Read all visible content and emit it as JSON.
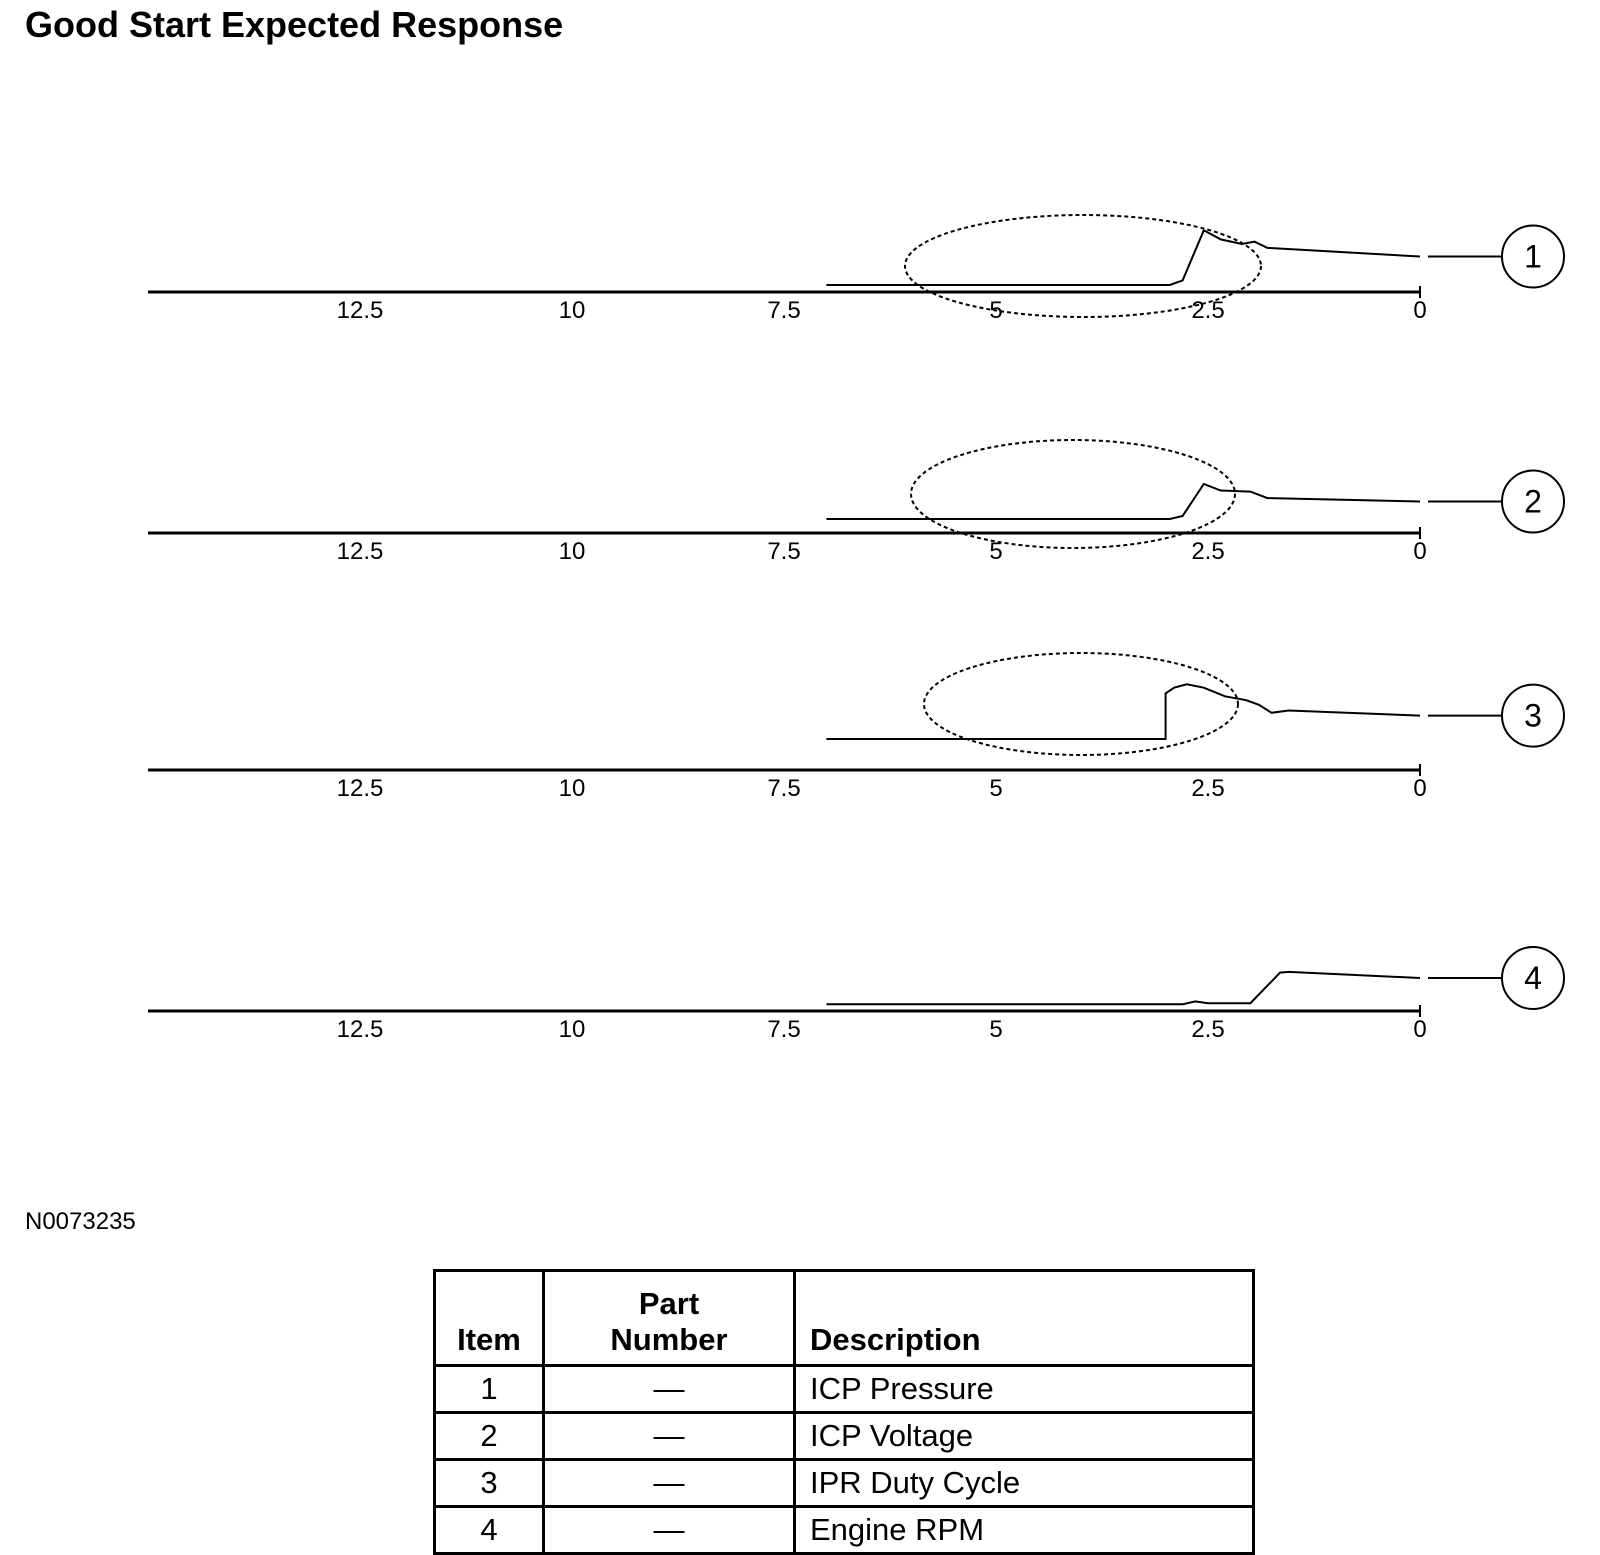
{
  "page": {
    "title": "Good Start Expected Response",
    "figure_id": "N0073235"
  },
  "chart_data": [
    {
      "type": "line",
      "callout": "1",
      "x_ticks": [
        "12.5",
        "10",
        "7.5",
        "5",
        "2.5",
        "0"
      ],
      "xlim": [
        15,
        0
      ],
      "highlight_ellipse": true,
      "points": [
        [
          7.0,
          0.0
        ],
        [
          2.95,
          0.0
        ],
        [
          2.8,
          0.08
        ],
        [
          2.55,
          0.96
        ],
        [
          2.35,
          0.8
        ],
        [
          2.1,
          0.72
        ],
        [
          1.95,
          0.76
        ],
        [
          1.8,
          0.65
        ],
        [
          0.0,
          0.5
        ]
      ]
    },
    {
      "type": "line",
      "callout": "2",
      "x_ticks": [
        "12.5",
        "10",
        "7.5",
        "5",
        "2.5",
        "0"
      ],
      "xlim": [
        15,
        0
      ],
      "highlight_ellipse": true,
      "points": [
        [
          7.0,
          0.0
        ],
        [
          2.95,
          0.0
        ],
        [
          2.8,
          0.08
        ],
        [
          2.55,
          0.92
        ],
        [
          2.35,
          0.75
        ],
        [
          2.0,
          0.72
        ],
        [
          1.8,
          0.55
        ],
        [
          0.0,
          0.46
        ]
      ]
    },
    {
      "type": "line",
      "callout": "3",
      "x_ticks": [
        "12.5",
        "10",
        "7.5",
        "5",
        "2.5",
        "0"
      ],
      "xlim": [
        15,
        0
      ],
      "highlight_ellipse": true,
      "points": [
        [
          7.0,
          0.0
        ],
        [
          3.0,
          0.0
        ],
        [
          3.0,
          0.8
        ],
        [
          2.9,
          0.9
        ],
        [
          2.75,
          0.96
        ],
        [
          2.55,
          0.9
        ],
        [
          2.3,
          0.75
        ],
        [
          2.05,
          0.68
        ],
        [
          1.9,
          0.6
        ],
        [
          1.75,
          0.46
        ],
        [
          1.55,
          0.5
        ],
        [
          0.0,
          0.41
        ]
      ]
    },
    {
      "type": "line",
      "callout": "4",
      "x_ticks": [
        "12.5",
        "10",
        "7.5",
        "5",
        "2.5",
        "0"
      ],
      "xlim": [
        15,
        0
      ],
      "highlight_ellipse": false,
      "points": [
        [
          7.0,
          0.02
        ],
        [
          2.8,
          0.02
        ],
        [
          2.65,
          0.1
        ],
        [
          2.5,
          0.05
        ],
        [
          2.0,
          0.05
        ],
        [
          1.65,
          0.9
        ],
        [
          1.55,
          0.92
        ],
        [
          0.0,
          0.75
        ]
      ]
    }
  ],
  "table": {
    "headers": {
      "item": "Item",
      "part_line1": "Part",
      "part_line2": "Number",
      "description": "Description"
    },
    "rows": [
      {
        "item": "1",
        "part": "—",
        "description": "ICP Pressure"
      },
      {
        "item": "2",
        "part": "—",
        "description": "ICP Voltage"
      },
      {
        "item": "3",
        "part": "—",
        "description": "IPR Duty Cycle"
      },
      {
        "item": "4",
        "part": "—",
        "description": "Engine RPM"
      }
    ]
  }
}
